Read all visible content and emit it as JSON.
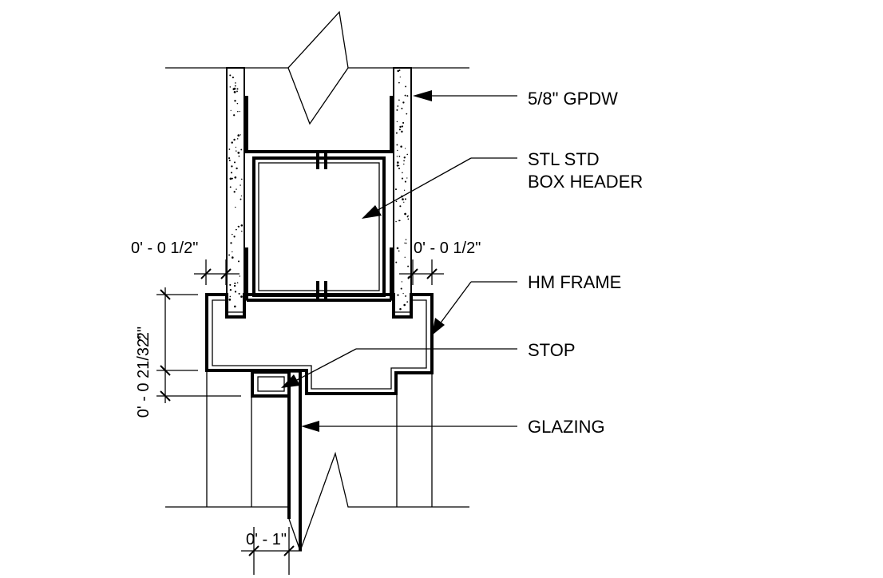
{
  "callouts": {
    "gpdw": "5/8\" GPDW",
    "header_line1": "STL STD",
    "header_line2": "BOX HEADER",
    "hm_frame": "HM FRAME",
    "stop": "STOP",
    "glazing": "GLAZING"
  },
  "dimensions": {
    "left_gyp": "0' - 0 1/2\"",
    "right_gyp": "0' - 0 1/2\"",
    "frame_depth": "2\"",
    "stop_depth": "0' - 0 21/32\"",
    "glazing": "0' - 1\""
  }
}
